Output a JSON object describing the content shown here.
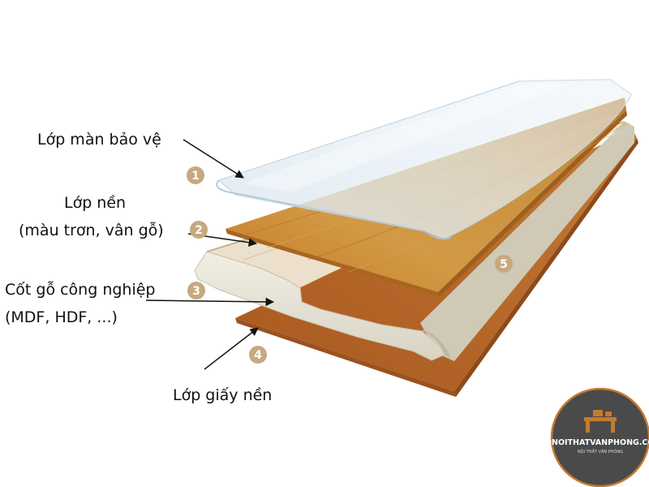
{
  "layers": [
    {
      "number": "1",
      "lines": [
        "Lớp màn bảo vệ"
      ]
    },
    {
      "number": "2",
      "lines": [
        "Lớp nền",
        "(màu trơn, vân gỗ)"
      ]
    },
    {
      "number": "3",
      "lines": [
        "Cốt gỗ công nghiệp",
        "(MDF, HDF, ...)"
      ]
    },
    {
      "number": "4",
      "lines": [
        "Lớp giấy nền"
      ]
    },
    {
      "number": "5",
      "lines": []
    }
  ],
  "logo": {
    "title": "DONOITHATVANPHONG.COM",
    "subtitle": "NỘI THẤT VĂN PHÒNG"
  },
  "colors": {
    "wood": "#c98a36",
    "core": "#e7e3d6",
    "backing": "#b86a2c",
    "badge": "#c7a880",
    "logo_bg": "#4a4a4a"
  }
}
